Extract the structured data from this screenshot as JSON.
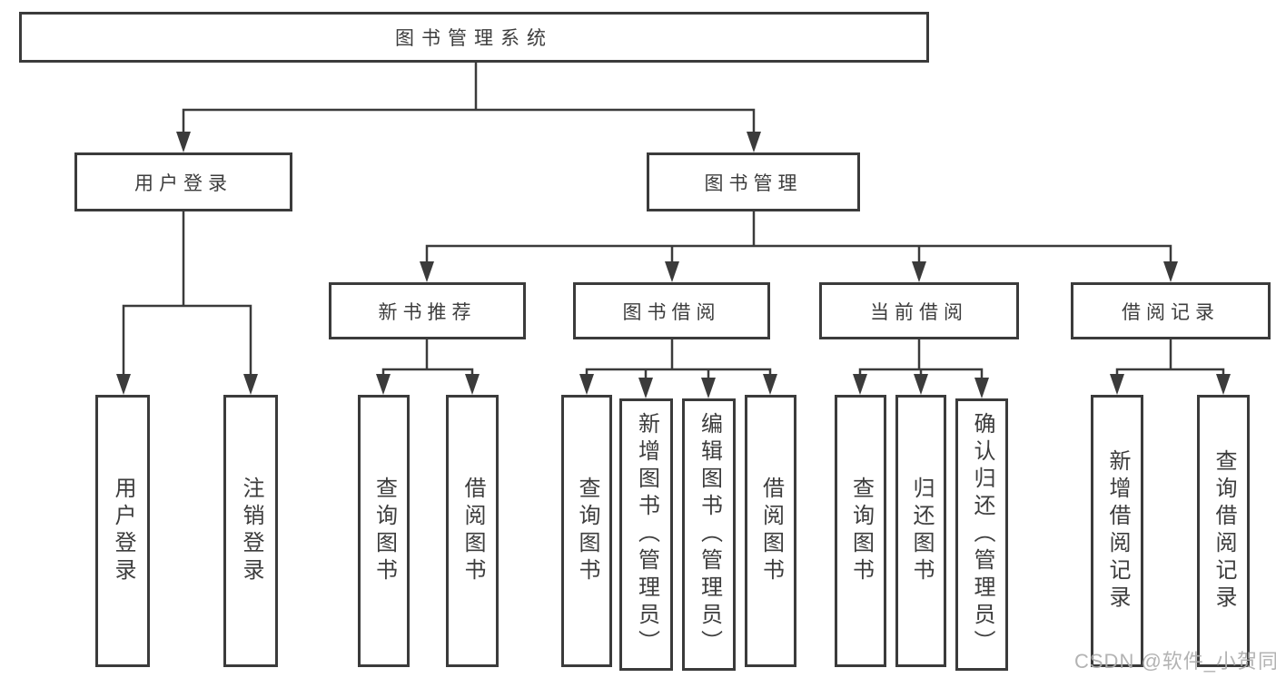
{
  "diagram": {
    "tree": {
      "label": "图书管理系统",
      "children": [
        {
          "label": "用户登录",
          "children": [
            {
              "label": "用户登录"
            },
            {
              "label": "注销登录"
            }
          ]
        },
        {
          "label": "图书管理",
          "children": [
            {
              "label": "新书推荐",
              "children": [
                {
                  "label": "查询图书"
                },
                {
                  "label": "借阅图书"
                }
              ]
            },
            {
              "label": "图书借阅",
              "children": [
                {
                  "label": "查询图书"
                },
                {
                  "label": "新增图书（管理员）"
                },
                {
                  "label": "编辑图书（管理员）"
                },
                {
                  "label": "借阅图书"
                }
              ]
            },
            {
              "label": "当前借阅",
              "children": [
                {
                  "label": "查询图书"
                },
                {
                  "label": "归还图书"
                },
                {
                  "label": "确认归还（管理员）"
                }
              ]
            },
            {
              "label": "借阅记录",
              "children": [
                {
                  "label": "新增借阅记录"
                },
                {
                  "label": "查询借阅记录"
                }
              ]
            }
          ]
        }
      ]
    },
    "watermark": "CSDN @软件_小贺同学",
    "colors": {
      "line": "#3b3b3b",
      "box_border": "#3b3b3b",
      "text": "#3d3d3d",
      "watermark": "#acacac",
      "background": "#ffffff"
    }
  }
}
